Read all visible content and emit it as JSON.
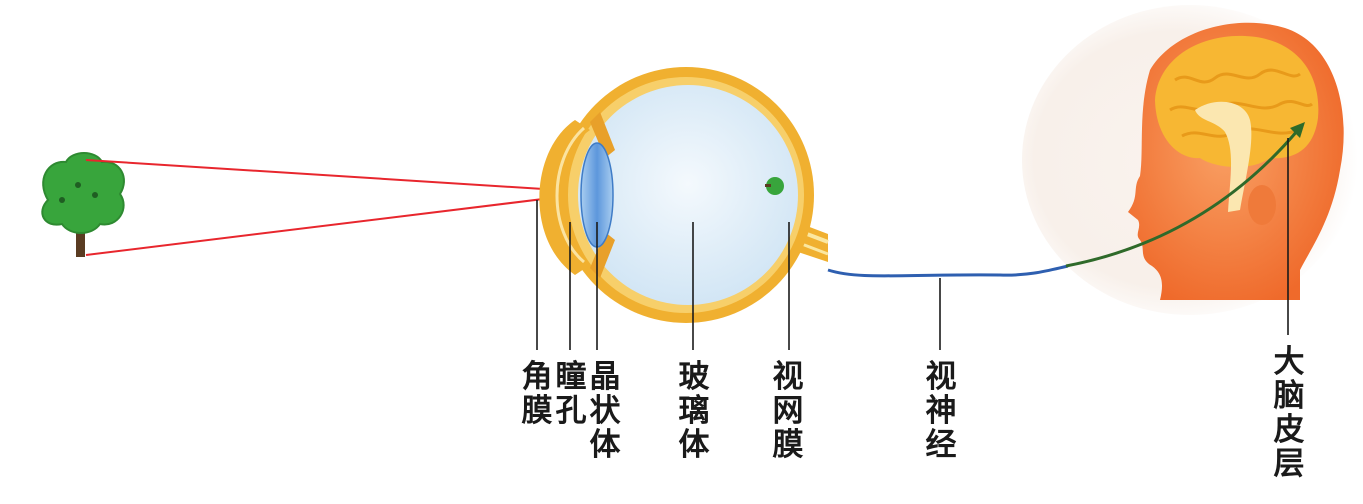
{
  "labels": {
    "cornea": "角膜",
    "pupil": "瞳孔",
    "lens": "晶状体",
    "vitreous": "玻璃体",
    "retina": "视网膜",
    "optic_nerve": "视神经",
    "cortex": "大脑皮层"
  },
  "colors": {
    "light_ray": "#e8262d",
    "eye_outer": "#f0b030",
    "eye_inner": "#dcecf7",
    "nerve": "#2e5fb0",
    "nerve_arrow": "#2f6a2a",
    "skin": "#f47b3a",
    "brain": "#f7b733",
    "tree_leaves": "#38a53c",
    "tree_trunk": "#5a3c22"
  }
}
